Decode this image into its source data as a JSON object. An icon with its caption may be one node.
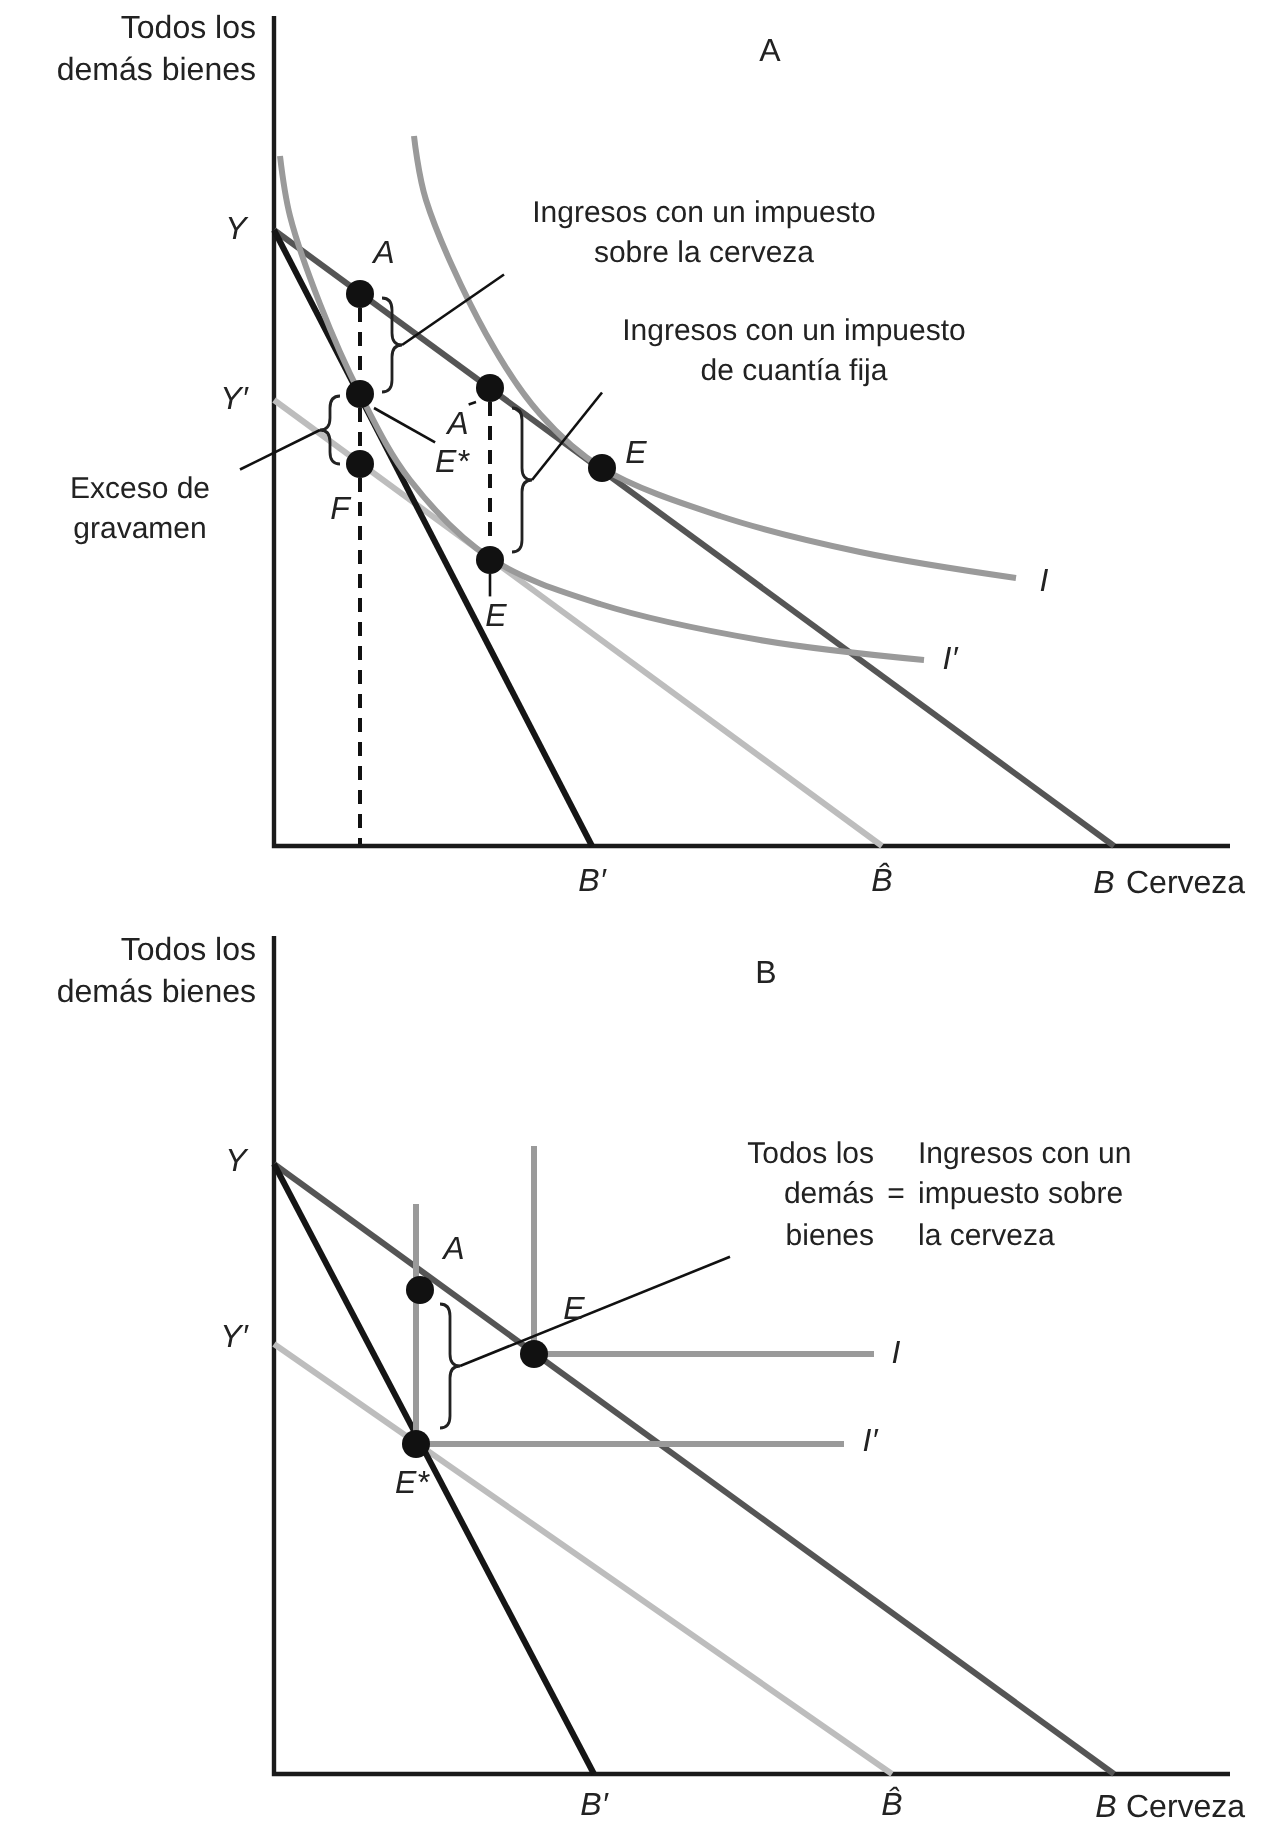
{
  "diagram": {
    "nodes": [
      {
        "text": [
          "Ingresos con un impuesto sobre la cerveza"
        ]
      },
      {
        "text": [],
        "shape": "brace"
      },
      {
        "text": [
          "Ingresos con un impuesto de cuantía fija"
        ]
      },
      {
        "text": [],
        "shape": "brace"
      },
      {
        "text": [
          "Exceso de gravamen"
        ]
      },
      {
        "text": [],
        "shape": "brace"
      },
      {
        "text": [
          "E*"
        ]
      },
      {
        "text": [
          "A"
        ]
      },
      {
        "text": [
          "E"
        ]
      },
      {
        "text": [
          "Todos los demás bienes",
          "=",
          "Ingresos con un impuesto sobre la cerveza"
        ]
      },
      {
        "text": [],
        "shape": "brace"
      },
      {
        "text": [],
        "shape": "circle"
      },
      {
        "text": [],
        "shape": "circle"
      },
      {
        "text": [],
        "shape": "circle"
      },
      {
        "text": [],
        "shape": "circle"
      },
      {
        "text": [],
        "shape": "circle"
      },
      {
        "text": [],
        "shape": "circle"
      },
      {
        "text": [],
        "shape": "circle"
      },
      {
        "text": [],
        "shape": "circle"
      },
      {
        "text": [],
        "shape": "circle"
      }
    ],
    "edges": [
      {
        "from": 0,
        "to": 1,
        "arrow": "none"
      },
      {
        "from": 2,
        "to": 3,
        "arrow": "none"
      },
      {
        "from": 4,
        "to": 5,
        "arrow": "none"
      },
      {
        "from": 6,
        "to": 12,
        "arrow": "none"
      },
      {
        "from": 7,
        "to": 14,
        "arrow": "none"
      },
      {
        "from": 8,
        "to": 16,
        "arrow": "none"
      },
      {
        "from": 9,
        "to": 10,
        "arrow": "none"
      },
      {
        "from": 11,
        "to": 12,
        "arrow": "none",
        "style": "dashed"
      },
      {
        "from": 12,
        "to": 13,
        "arrow": "none",
        "style": "dashed"
      },
      {
        "from": 13,
        "to": null,
        "arrow": "none",
        "style": "dashed"
      },
      {
        "from": 14,
        "to": 16,
        "arrow": "none",
        "style": "dashed"
      }
    ],
    "labels": [
      "Todos los demás bienes",
      "A",
      "Y",
      "A",
      "Y′",
      "F",
      "E",
      "I",
      "I′",
      "B′",
      "B̂",
      "B",
      "Cerveza",
      "Todos los demás bienes",
      "B",
      "Y",
      "A",
      "Y′",
      "E",
      "I",
      "I′",
      "E*",
      "B′",
      "B̂",
      "B",
      "Cerveza"
    ]
  }
}
